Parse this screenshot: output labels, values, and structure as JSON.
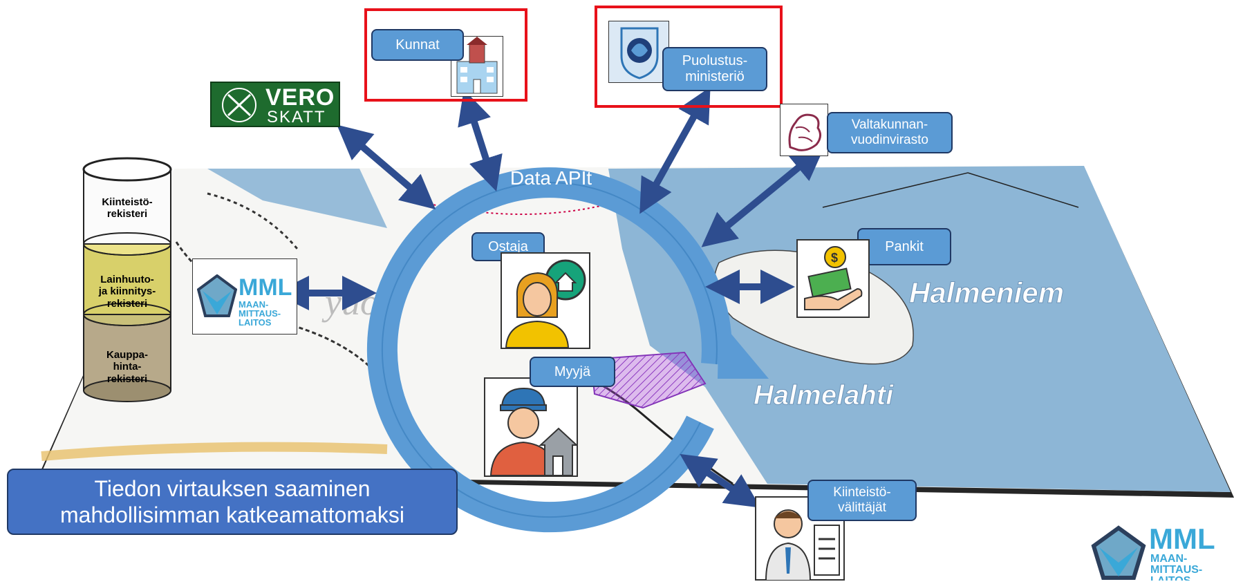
{
  "hub": {
    "label": "Data APIt"
  },
  "actors": {
    "buyer": {
      "label": "Ostaja",
      "icon": "buyer-woman-house-icon"
    },
    "seller": {
      "label": "Myyjä",
      "icon": "seller-man-house-icon"
    }
  },
  "nodes": {
    "municipalities": {
      "label": "Kunnat",
      "icon": "town-hall-icon"
    },
    "defence": {
      "label": "Puolustus-\nministeriö",
      "icon": "defence-ministry-lion-emblem-icon"
    },
    "archive": {
      "label": "Valtakunnan-\nvuodinvirasto",
      "icon": "heraldic-lion-icon"
    },
    "banks": {
      "label": "Pankit",
      "icon": "money-hand-icon"
    },
    "agents": {
      "label": "Kiinteistö-\nvälittäjät",
      "icon": "real-estate-agent-icon"
    }
  },
  "vero_logo": {
    "line1": "VERO",
    "line2": "SKATT",
    "color": "#1e6b2e"
  },
  "mml_logo": {
    "line1": "MML",
    "line2": "MAAN-",
    "line3": "MITTAUS-",
    "line4": "LAITOS",
    "color": "#3aa8d8"
  },
  "registers": {
    "property": "Kiinteistö-\nrekisteri",
    "title": "Lainhuuto-\nja kiinnitys-\nrekisteri",
    "price": "Kauppa-\nhinta-\nrekisteri"
  },
  "map_labels": {
    "cape": "Halmeniem",
    "bay": "Halmelahti",
    "area": "yuori"
  },
  "caption": {
    "line1": "Tiedon virtauksen saaminen",
    "line2": "mahdollisimman katkeamattomaksi"
  },
  "colors": {
    "ring": "#5b9bd5",
    "arrow": "#2e4d8f",
    "frame_highlight": "#e8111a",
    "water": "#8db6d6",
    "parcel": "#b04ee0"
  }
}
